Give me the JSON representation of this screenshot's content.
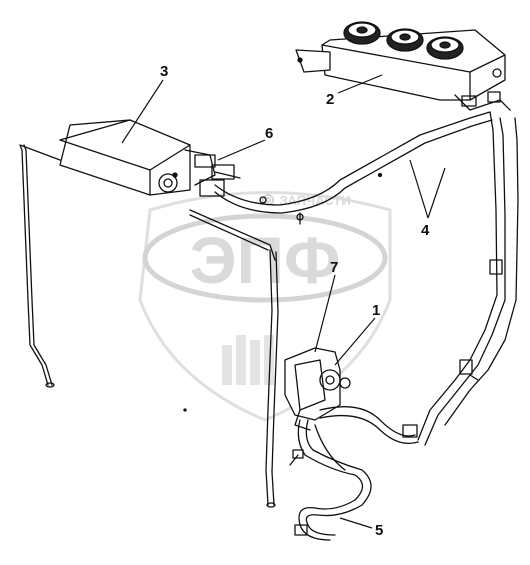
{
  "watermark": {
    "logo_letters": "ЭПФ",
    "caption": "ЗАПЧАСТИ",
    "color": "#d9d9d9"
  },
  "diagram": {
    "line_color": "#111111",
    "callouts": [
      {
        "id": "1",
        "label": "1"
      },
      {
        "id": "2",
        "label": "2"
      },
      {
        "id": "3",
        "label": "3"
      },
      {
        "id": "4",
        "label": "4"
      },
      {
        "id": "5",
        "label": "5"
      },
      {
        "id": "6",
        "label": "6"
      },
      {
        "id": "7",
        "label": "7"
      }
    ]
  }
}
